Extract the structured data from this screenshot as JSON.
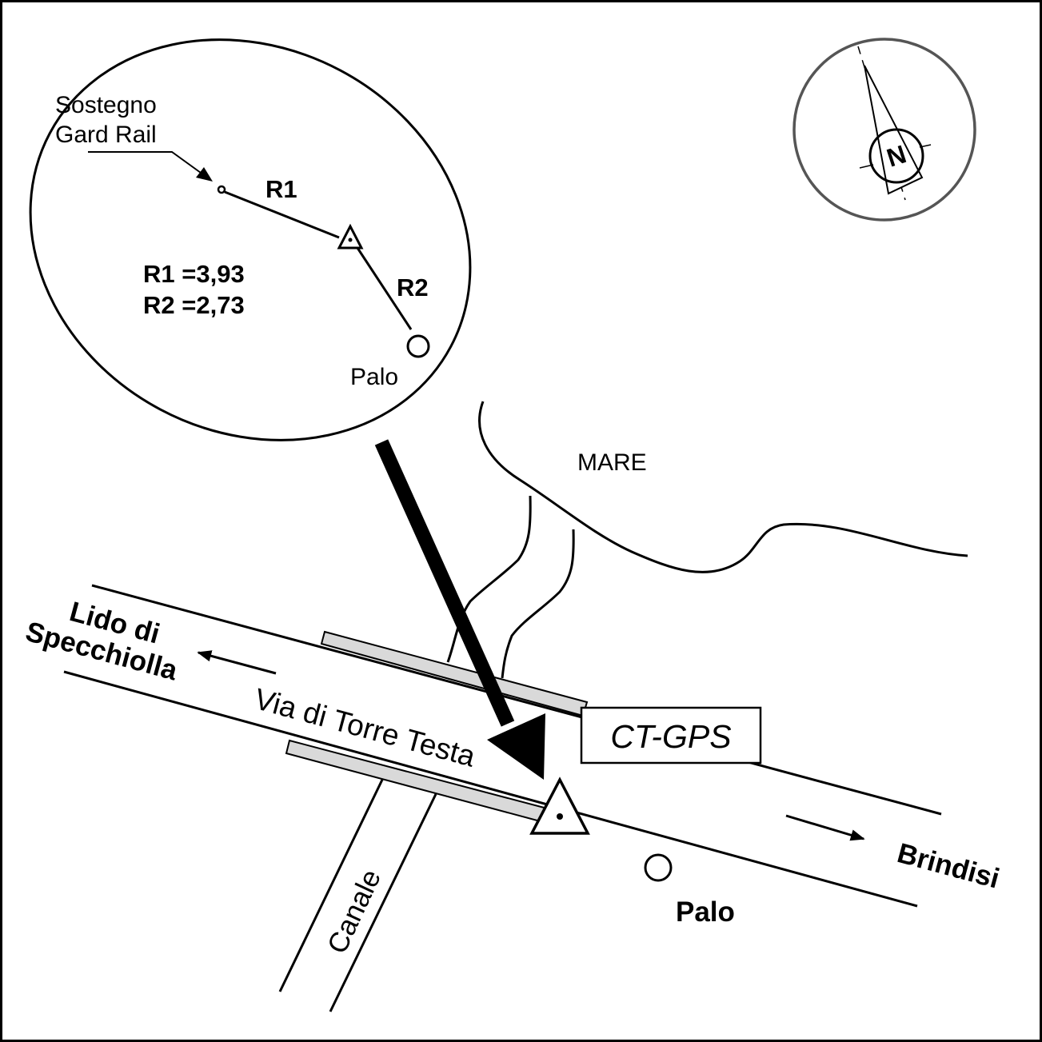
{
  "detail": {
    "support_label_line1": "Sostegno",
    "support_label_line2": "Gard Rail",
    "r1_label": "R1",
    "r2_label": "R2",
    "r1_value": "R1 =3,93",
    "r2_value": "R2 =2,73",
    "pole_label": "Palo"
  },
  "map": {
    "sea_label": "MARE",
    "direction_left_line1": "Lido di",
    "direction_left_line2": "Specchiolla",
    "road_label": "Via di Torre Testa",
    "station_label": "CT-GPS",
    "canal_label": "Canale",
    "pole_label": "Palo",
    "direction_right": "Brindisi"
  },
  "compass": {
    "north_letter": "N",
    "icon": "north-arrow-icon"
  },
  "colors": {
    "ink": "#000000",
    "guardrail_fill": "#d9d9d9",
    "compass_ring": "#555555"
  }
}
